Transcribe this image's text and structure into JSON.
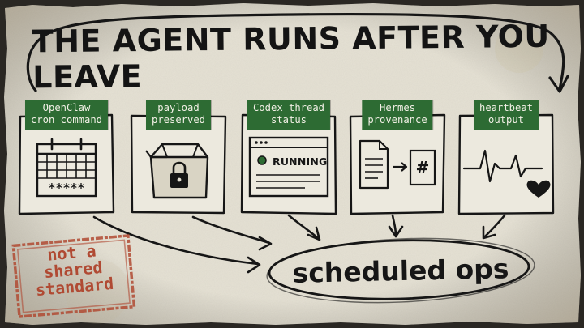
{
  "title": "THE AGENT RUNS AFTER YOU LEAVE",
  "cards": [
    {
      "label": "OpenClaw\ncron command",
      "icon": "calendar-icon",
      "mask": "*****"
    },
    {
      "label": "payload\npreserved",
      "icon": "locked-box-icon"
    },
    {
      "label": "Codex thread\nstatus",
      "icon": "status-window-icon",
      "status": "RUNNING"
    },
    {
      "label": "Hermes\nprovenance",
      "icon": "document-to-hash-icon",
      "hash_symbol": "#"
    },
    {
      "label": "heartbeat\noutput",
      "icon": "heartbeat-icon"
    }
  ],
  "hub": {
    "label": "scheduled ops"
  },
  "stamp": {
    "lines": [
      "not a",
      "shared",
      "standard"
    ]
  },
  "colors": {
    "paper": "#e6e2d5",
    "ink": "#161616",
    "tag_green": "#2d6b33",
    "stamp_red": "#b04a33"
  }
}
